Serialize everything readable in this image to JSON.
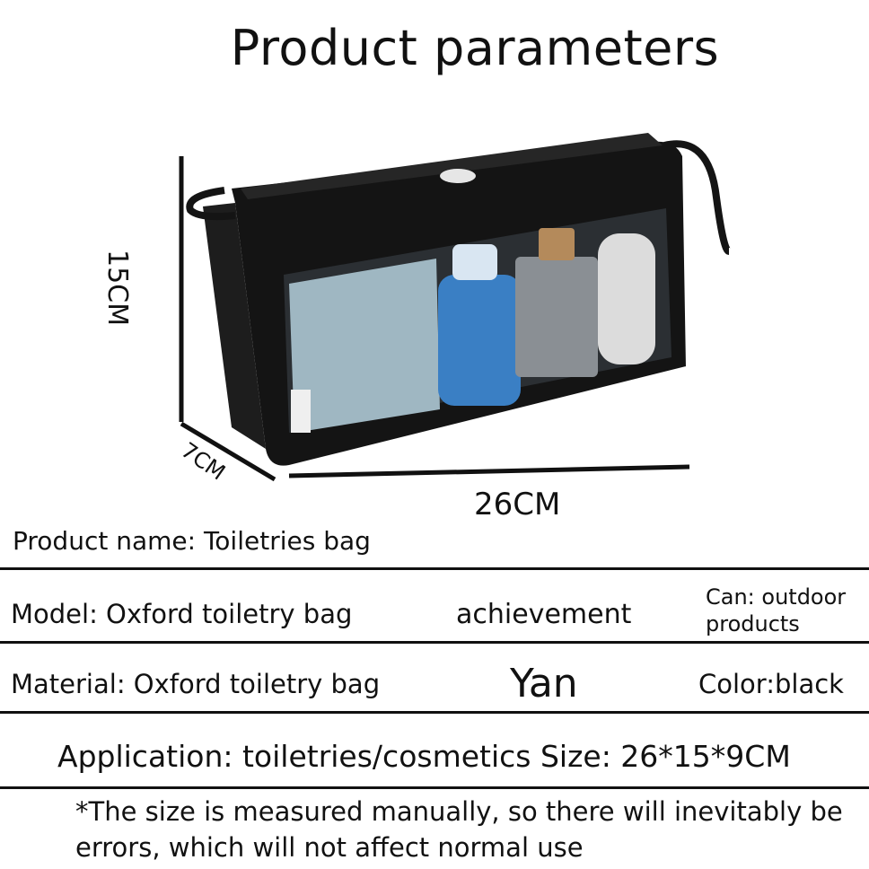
{
  "header": {
    "title": "Product parameters"
  },
  "dimensions": {
    "height": "15CM",
    "depth": "7CM",
    "width": "26CM"
  },
  "rows": {
    "product_name": "Product name: Toiletries bag",
    "model": "Model: Oxford toiletry bag",
    "achievement": "achievement",
    "can": "Can: outdoor products",
    "material": "Material: Oxford toiletry bag",
    "yan": "Yan",
    "color": "Color:black",
    "application": "Application: toiletries/cosmetics Size: 26*15*9CM",
    "note": "*The size is measured manually, so there will inevitably be errors, which will not affect normal use"
  },
  "colors": {
    "bag": "#141414",
    "mesh": "#2b2f33",
    "accent_blue": "#3a7fc4",
    "towel": "#9fb7c2"
  }
}
